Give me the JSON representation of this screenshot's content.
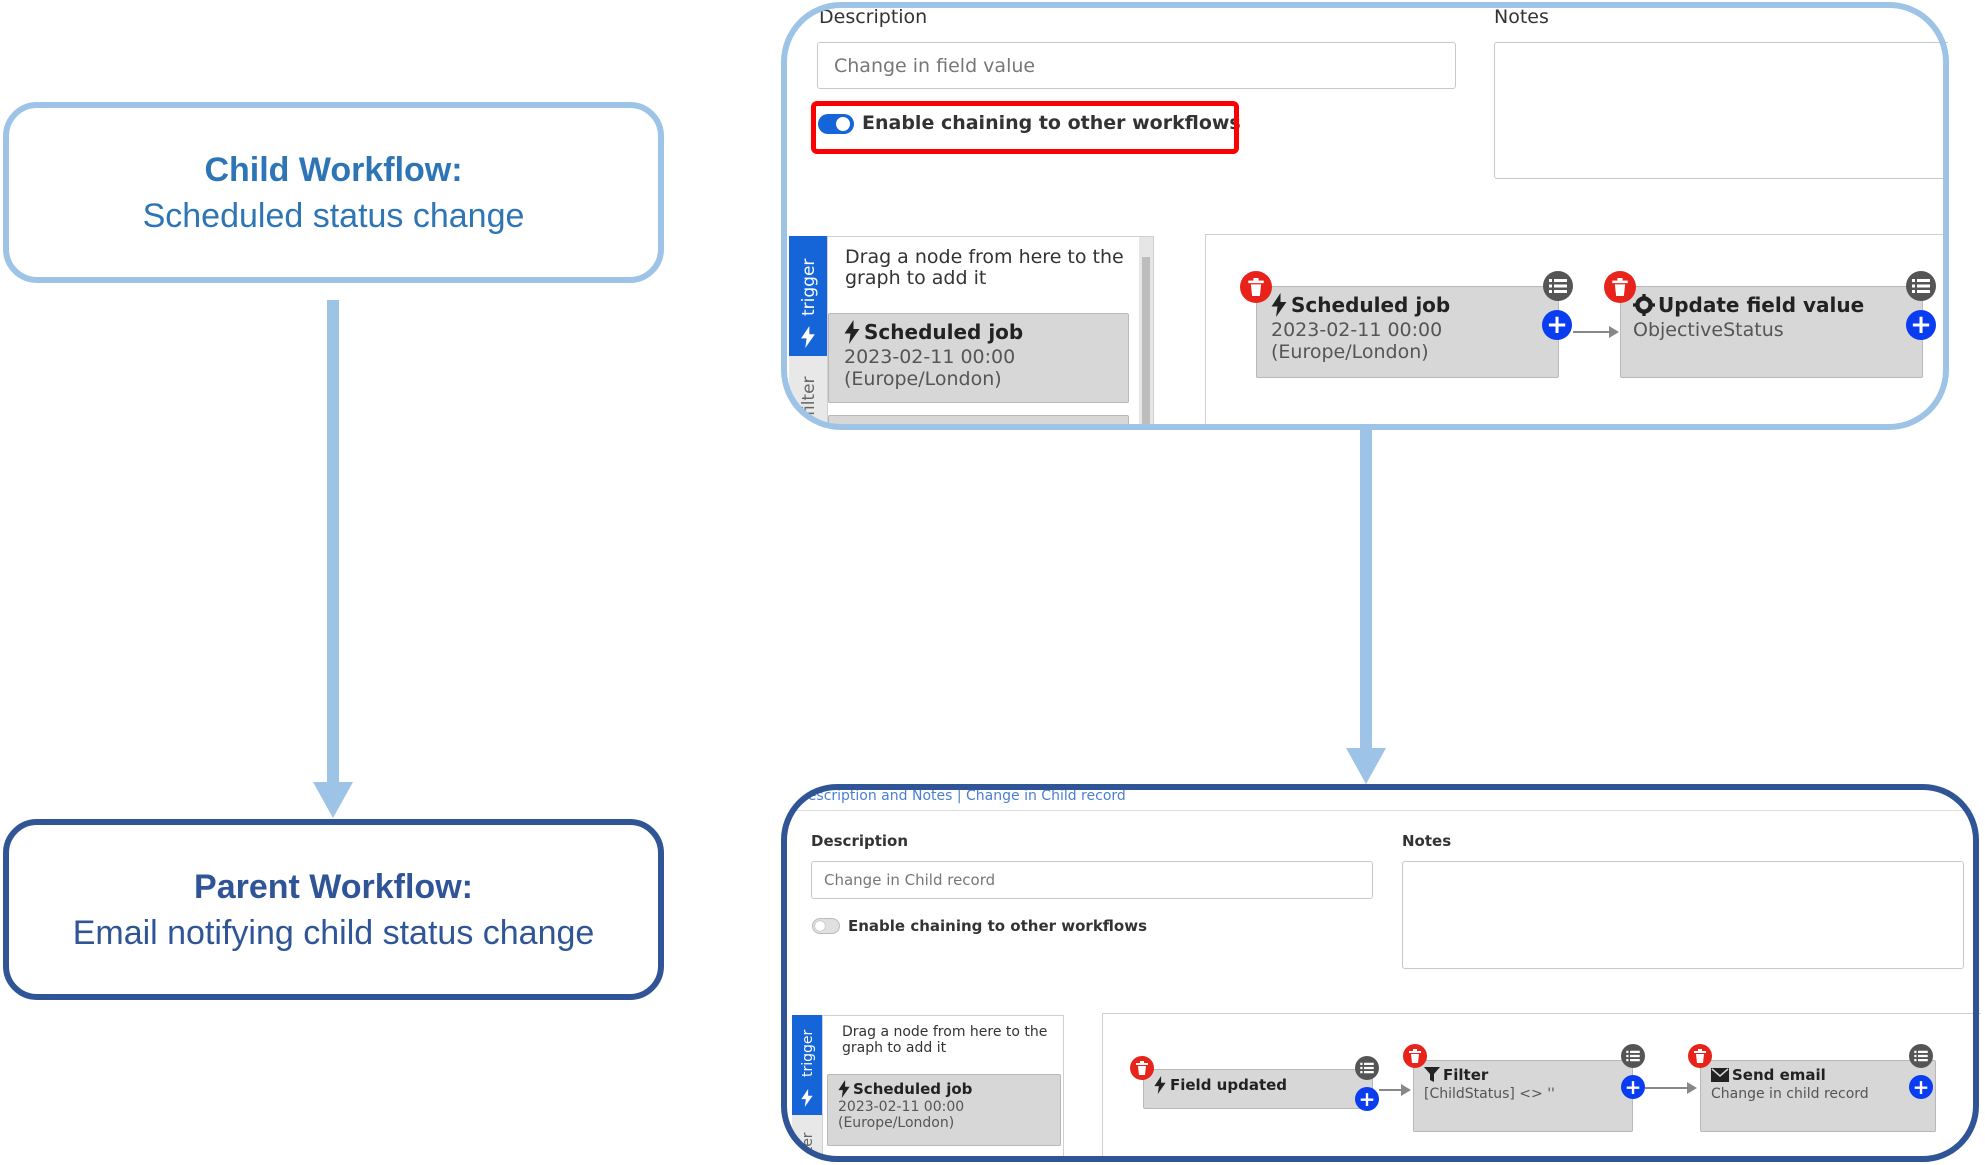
{
  "child_callout": {
    "title": "Child Workflow:",
    "subtitle": "Scheduled status change"
  },
  "parent_callout": {
    "title": "Parent Workflow:",
    "subtitle": "Email notifying child status change"
  },
  "child_screen": {
    "description_label": "Description",
    "description_value": "Change in field value",
    "notes_label": "Notes",
    "chaining_label": "Enable chaining to other workflows",
    "chaining_enabled": true,
    "palette_hint": "Drag a node from here to the graph to add it",
    "tab_trigger": "trigger",
    "tab_filter": "filter",
    "palette_node": {
      "title": "Scheduled job",
      "detail1": "2023-02-11 00:00",
      "detail2": "(Europe/London)"
    },
    "graph_nodes": [
      {
        "title": "Scheduled job",
        "detail1": "2023-02-11 00:00",
        "detail2": "(Europe/London)"
      },
      {
        "title": "Update field value",
        "detail1": "ObjectiveStatus"
      }
    ]
  },
  "parent_screen": {
    "breadcrumb": "Description and Notes | Change in Child record",
    "description_label": "Description",
    "description_value": "Change in Child record",
    "notes_label": "Notes",
    "chaining_label": "Enable chaining to other workflows",
    "chaining_enabled": false,
    "palette_hint": "Drag a node from here to the graph to add it",
    "tab_trigger": "trigger",
    "tab_filter": "filter",
    "palette_node": {
      "title": "Scheduled job",
      "detail1": "2023-02-11 00:00",
      "detail2": "(Europe/London)"
    },
    "graph_nodes": [
      {
        "title": "Field updated"
      },
      {
        "title": "Filter",
        "detail1": "[ChildStatus] <> ''"
      },
      {
        "title": "Send email",
        "detail1": "Change in child record"
      }
    ]
  },
  "colors": {
    "light_blue": "#9dc3e6",
    "dark_blue": "#2f5597",
    "highlight_red": "#ff0000",
    "toggle_on": "#1565d8"
  }
}
